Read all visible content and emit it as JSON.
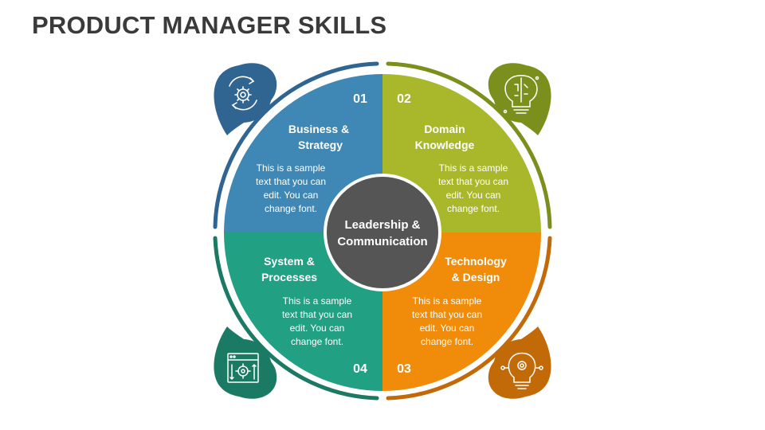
{
  "title": "PRODUCT MANAGER SKILLS",
  "center": {
    "line1": "Leadership &",
    "line2": "Communication"
  },
  "quadrants": [
    {
      "number": "01",
      "head1": "Business &",
      "head2": "Strategy",
      "body": [
        "This is a sample",
        "text that you can",
        "edit. You can",
        "change font."
      ],
      "icon": "gear-cycle-icon",
      "color": "#3f87b4",
      "dark": "#2f6590"
    },
    {
      "number": "02",
      "head1": "Domain",
      "head2": "Knowledge",
      "body": [
        "This is a sample",
        "text that you can",
        "edit. You can",
        "change font."
      ],
      "icon": "brain-bulb-icon",
      "color": "#a8b82a",
      "dark": "#7b8f1c"
    },
    {
      "number": "03",
      "head1": "Technology",
      "head2": "& Design",
      "body": [
        "This is a sample",
        "text that you can",
        "edit. You can",
        "change font."
      ],
      "icon": "bulb-gear-icon",
      "color": "#f08c0a",
      "dark": "#c26a08"
    },
    {
      "number": "04",
      "head1": "System &",
      "head2": "Processes",
      "body": [
        "This is a sample",
        "text that you can",
        "edit. You can",
        "change font."
      ],
      "icon": "process-window-icon",
      "color": "#22a084",
      "dark": "#1a7a63"
    }
  ],
  "colors": {
    "center": "#555555",
    "title": "#3a3a3a"
  }
}
